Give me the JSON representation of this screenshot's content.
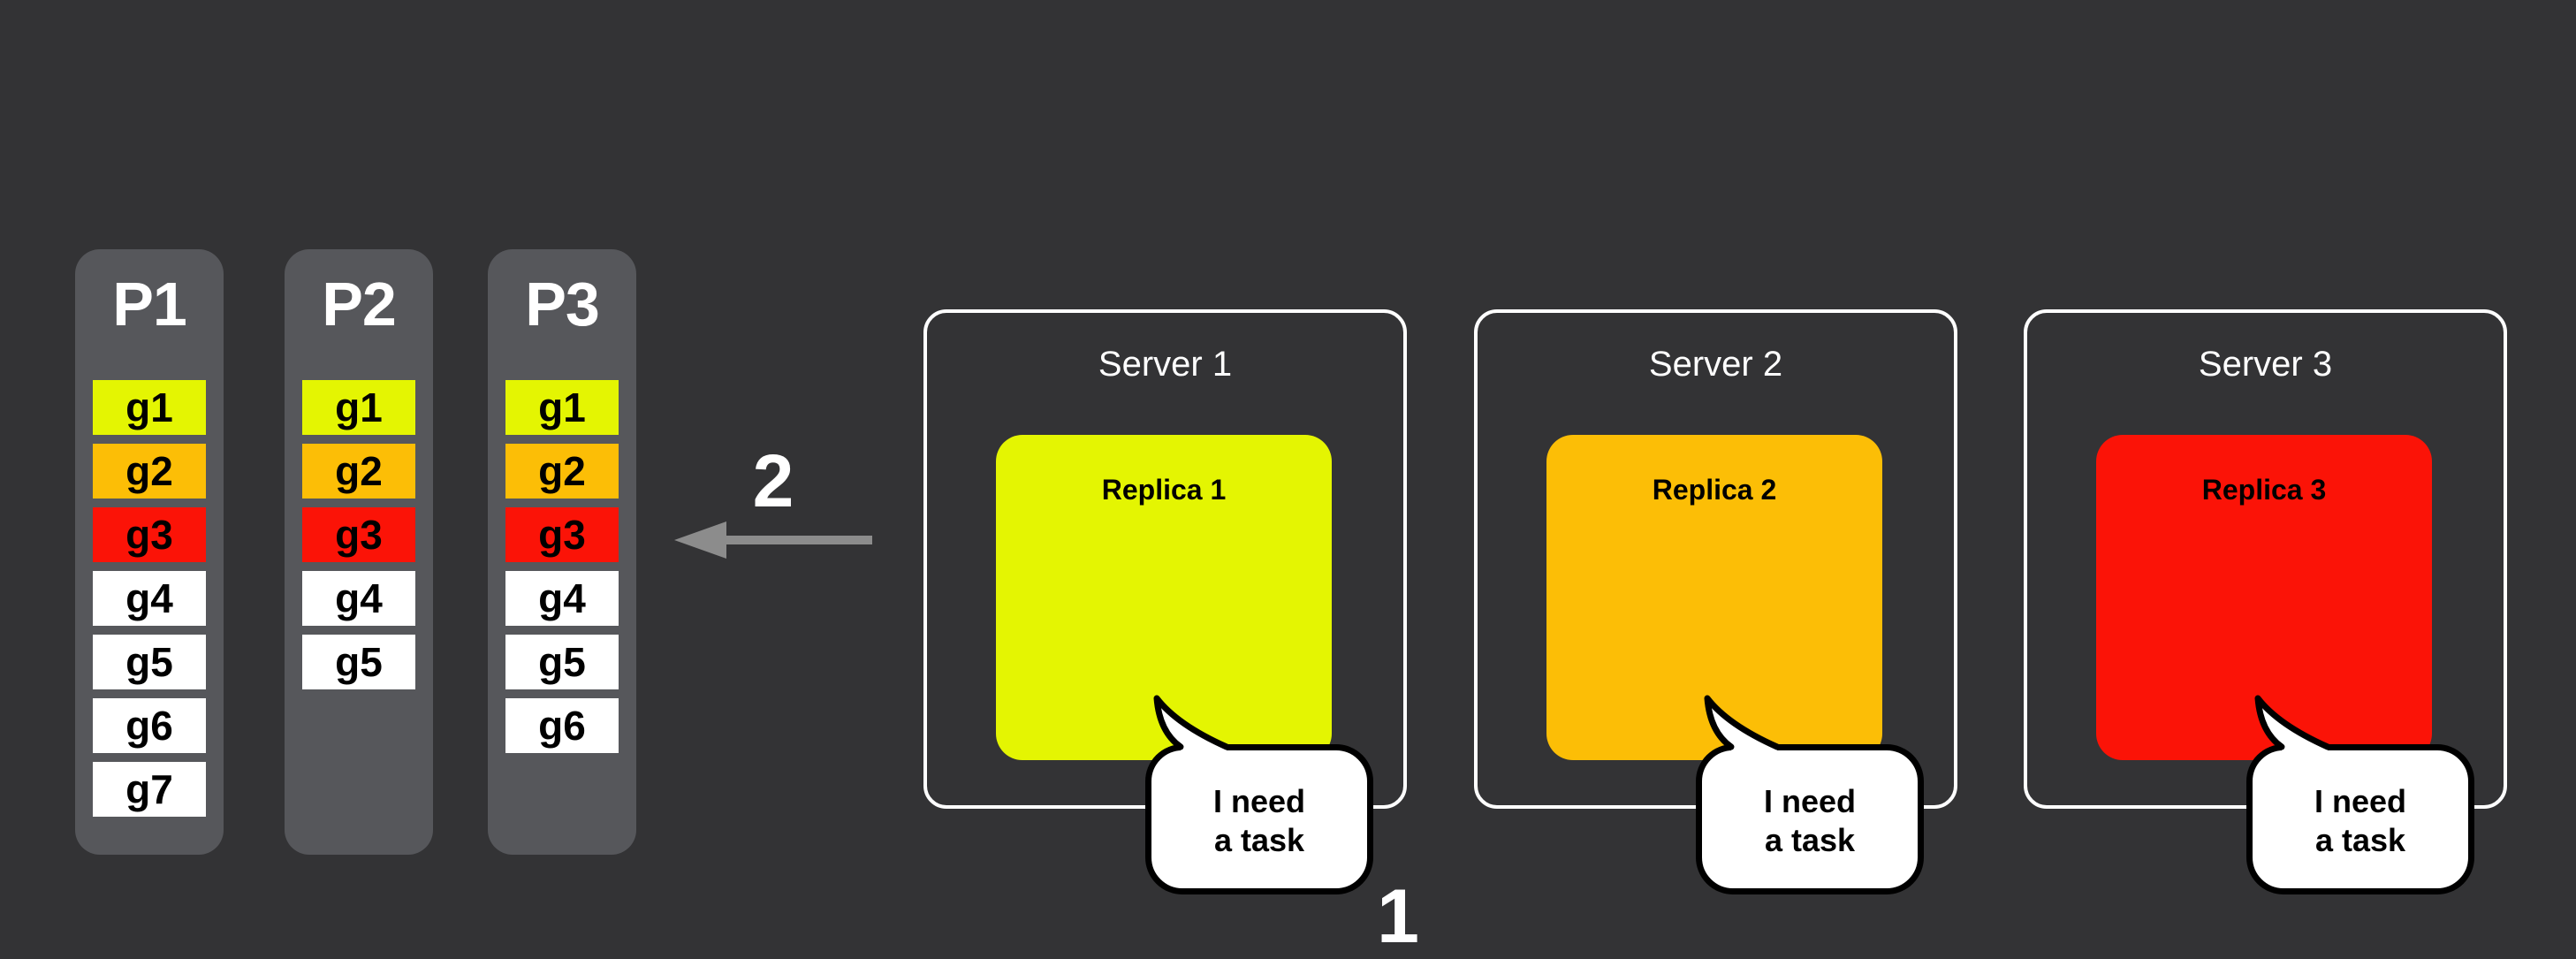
{
  "background": "#333335",
  "colors": {
    "yellow": "#E4F502",
    "orange": "#FCBE06",
    "red": "#FB1307",
    "white": "#FFFFFF",
    "partition_bg": "#56575B",
    "arrow_gray": "#8C8C8C"
  },
  "partitions": [
    {
      "label": "P1",
      "tasks": [
        {
          "label": "g1",
          "color": "yellow"
        },
        {
          "label": "g2",
          "color": "orange"
        },
        {
          "label": "g3",
          "color": "red"
        },
        {
          "label": "g4",
          "color": "white"
        },
        {
          "label": "g5",
          "color": "white"
        },
        {
          "label": "g6",
          "color": "white"
        },
        {
          "label": "g7",
          "color": "white"
        }
      ]
    },
    {
      "label": "P2",
      "tasks": [
        {
          "label": "g1",
          "color": "yellow"
        },
        {
          "label": "g2",
          "color": "orange"
        },
        {
          "label": "g3",
          "color": "red"
        },
        {
          "label": "g4",
          "color": "white"
        },
        {
          "label": "g5",
          "color": "white"
        }
      ]
    },
    {
      "label": "P3",
      "tasks": [
        {
          "label": "g1",
          "color": "yellow"
        },
        {
          "label": "g2",
          "color": "orange"
        },
        {
          "label": "g3",
          "color": "red"
        },
        {
          "label": "g4",
          "color": "white"
        },
        {
          "label": "g5",
          "color": "white"
        },
        {
          "label": "g6",
          "color": "white"
        }
      ]
    }
  ],
  "servers": [
    {
      "label": "Server 1",
      "replica": {
        "label": "Replica 1",
        "color": "yellow"
      },
      "bubble": "I need\na task"
    },
    {
      "label": "Server 2",
      "replica": {
        "label": "Replica 2",
        "color": "orange"
      },
      "bubble": "I need\na task"
    },
    {
      "label": "Server 3",
      "replica": {
        "label": "Replica 3",
        "color": "red"
      },
      "bubble": "I need\na task"
    }
  ],
  "annotations": {
    "step_pull": "2",
    "step_request": "1"
  }
}
